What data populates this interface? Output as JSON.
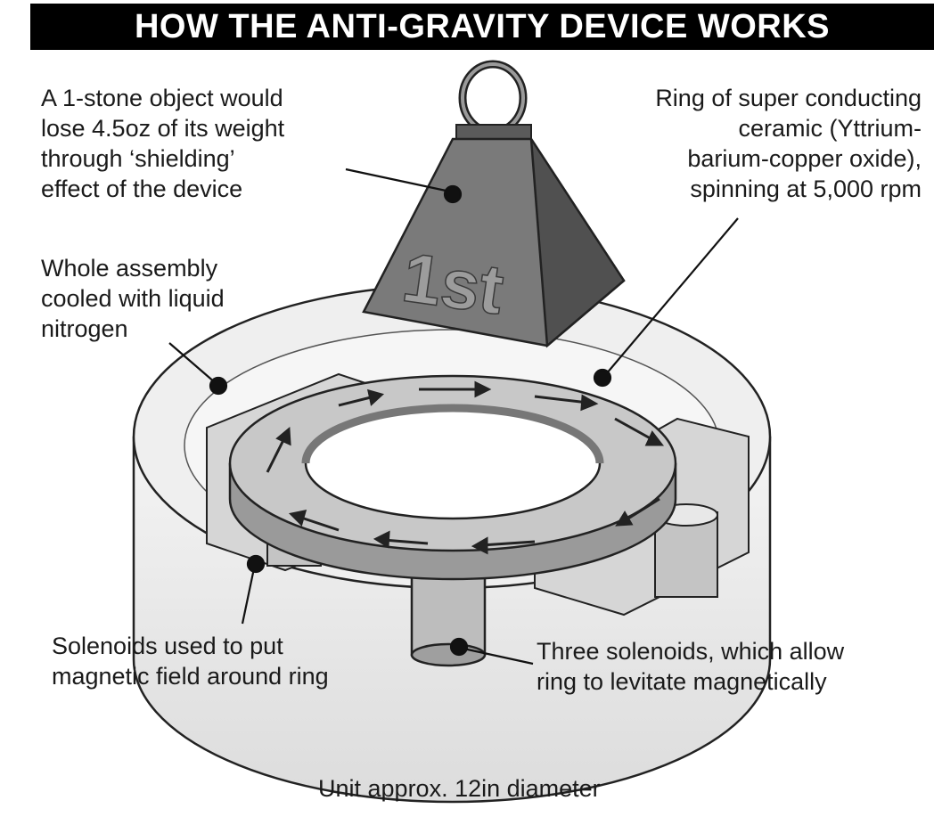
{
  "title": "HOW THE ANTI-GRAVITY DEVICE WORKS",
  "weight_mark": "1st",
  "labels": {
    "weight": [
      "A 1-stone object would",
      "lose 4.5oz of its weight",
      "through ‘shielding’",
      "effect of the device"
    ],
    "ring": [
      "Ring of super conducting",
      "ceramic (Yttrium-",
      "barium-copper oxide),",
      "spinning at 5,000 rpm"
    ],
    "cooling": [
      "Whole assembly",
      "cooled with liquid",
      "nitrogen"
    ],
    "solenoids_field": [
      "Solenoids used to put",
      "magnetic field around ring"
    ],
    "solenoids_levitate": [
      "Three solenoids, which allow",
      "ring to levitate magnetically"
    ],
    "footer": "Unit approx. 12in diameter"
  },
  "colors": {
    "title_bg": "#000000",
    "title_fg": "#ffffff",
    "weight_fill": "#6b6b6b",
    "ring_fill": "#c8c8c8",
    "base_fill": "#ececec"
  }
}
